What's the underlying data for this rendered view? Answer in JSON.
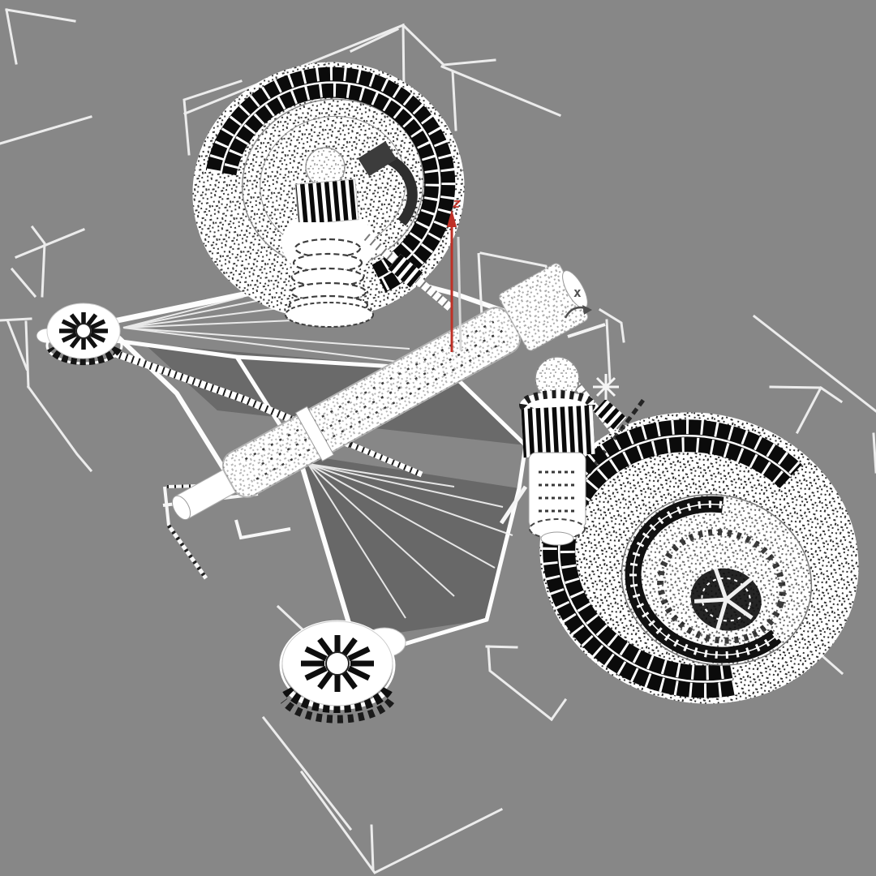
{
  "viewport": {
    "background_color": "#878787",
    "wireframe_color": "#ffffff",
    "shaded_fill_color": "#6a6a6a",
    "tread_color": "#0b0b0b",
    "bracket_color": "#ececec",
    "axis_gizmo": {
      "z_label": "z",
      "z_color": "#bf3026",
      "x_label": "x",
      "x_color": "#4f4f4f"
    },
    "scene_parts": [
      "front-left-wheel",
      "front-right-wheel",
      "left-strut-with-coil-spring",
      "right-coilover-shock-absorber",
      "steering-rack",
      "upper-control-arm",
      "lower-control-arm",
      "left-control-arm-bushing",
      "lower-control-arm-bushing",
      "stabilizer-bar",
      "axle-half-shafts",
      "selection-bounding-box-brackets"
    ]
  }
}
